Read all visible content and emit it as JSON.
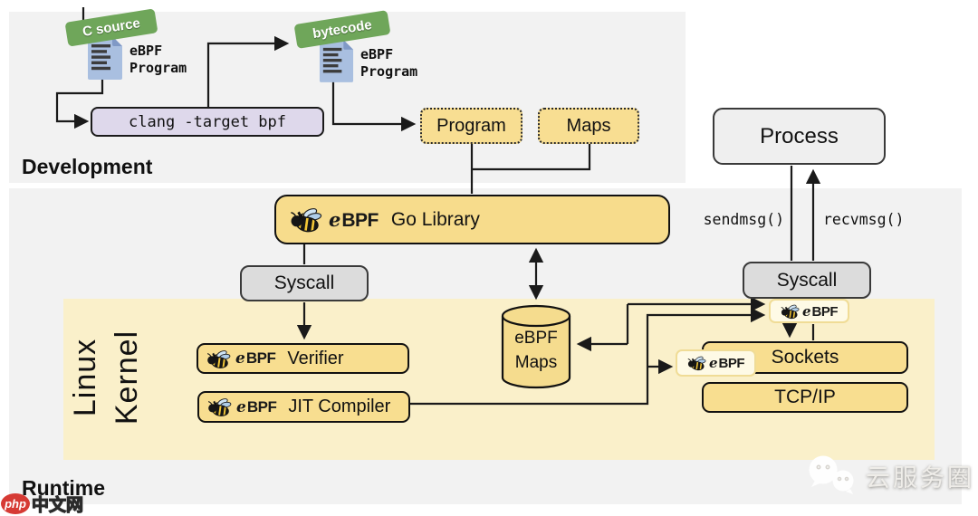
{
  "development": {
    "label": "Development",
    "c_source_tag": "C source",
    "bytecode_tag": "bytecode",
    "doc1_line1": "eBPF",
    "doc1_line2": "Program",
    "doc2_line1": "eBPF",
    "doc2_line2": "Program",
    "clang_box": "clang -target bpf",
    "program_box": "Program",
    "maps_box": "Maps"
  },
  "runtime": {
    "label": "Runtime",
    "process_box": "Process",
    "go_library_label": "Go Library",
    "syscall_left": "Syscall",
    "syscall_right": "Syscall",
    "sendmsg_label": "sendmsg()",
    "recvmsg_label": "recvmsg()"
  },
  "kernel": {
    "label_line1": "Linux",
    "label_line2": "Kernel",
    "verifier_label": "Verifier",
    "jit_label": "JIT Compiler",
    "maps_cylinder_line1": "eBPF",
    "maps_cylinder_line2": "Maps",
    "sockets_box": "Sockets",
    "tcpip_box": "TCP/IP"
  },
  "ebpf_logo": {
    "e": "e",
    "bpf": "BPF"
  },
  "watermarks": {
    "php_badge": "php",
    "php_text": "中文网",
    "wechat_text": "云服务圈"
  },
  "colors": {
    "region_gray": "#F2F2F2",
    "kernel_bg": "#FAF0CA",
    "node_yellow": "#F7DC8C",
    "tag_green": "#6FA65A",
    "clang_lavender": "#DED8EB",
    "syscall_gray": "#DCDCDC",
    "process_gray": "#EFEFEF",
    "wire": "#1A1A1A"
  }
}
